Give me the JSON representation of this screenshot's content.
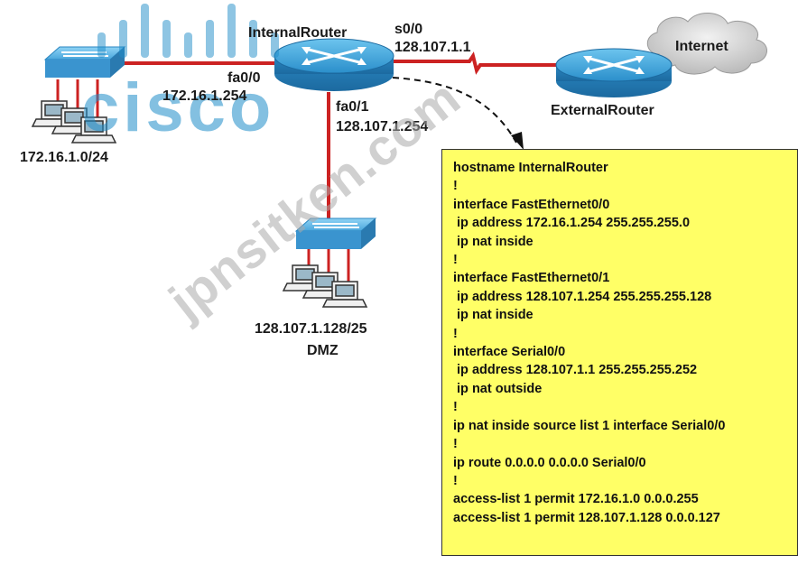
{
  "watermark": {
    "logo_text": "cisco",
    "site_text": "jpnsitken.com"
  },
  "labels": {
    "internal_router": "InternalRouter",
    "external_router": "ExternalRouter",
    "internet": "Internet",
    "s0_0_name": "s0/0",
    "s0_0_ip": "128.107.1.1",
    "fa0_0_name": "fa0/0",
    "fa0_0_ip": "172.16.1.254",
    "fa0_1_name": "fa0/1",
    "fa0_1_ip": "128.107.1.254",
    "lan_subnet": "172.16.1.0/24",
    "dmz_subnet": "128.107.1.128/25",
    "dmz_name": "DMZ"
  },
  "config_lines": [
    "hostname InternalRouter",
    "!",
    "interface FastEthernet0/0",
    " ip address 172.16.1.254 255.255.255.0",
    " ip nat inside",
    "!",
    "interface FastEthernet0/1",
    " ip address 128.107.1.254 255.255.255.128",
    " ip nat inside",
    "!",
    "interface Serial0/0",
    " ip address 128.107.1.1 255.255.255.252",
    " ip nat outside",
    "!",
    "ip nat inside source list 1 interface Serial0/0",
    "!",
    "ip route 0.0.0.0 0.0.0.0 Serial0/0",
    "!",
    "access-list 1 permit 172.16.1.0 0.0.0.255",
    "access-list 1 permit 128.107.1.128 0.0.0.127"
  ],
  "colors": {
    "link": "#cc2222",
    "router_body": "#3aa0d8",
    "switch_body": "#5ab0e0",
    "config_bg": "#ffff66"
  }
}
